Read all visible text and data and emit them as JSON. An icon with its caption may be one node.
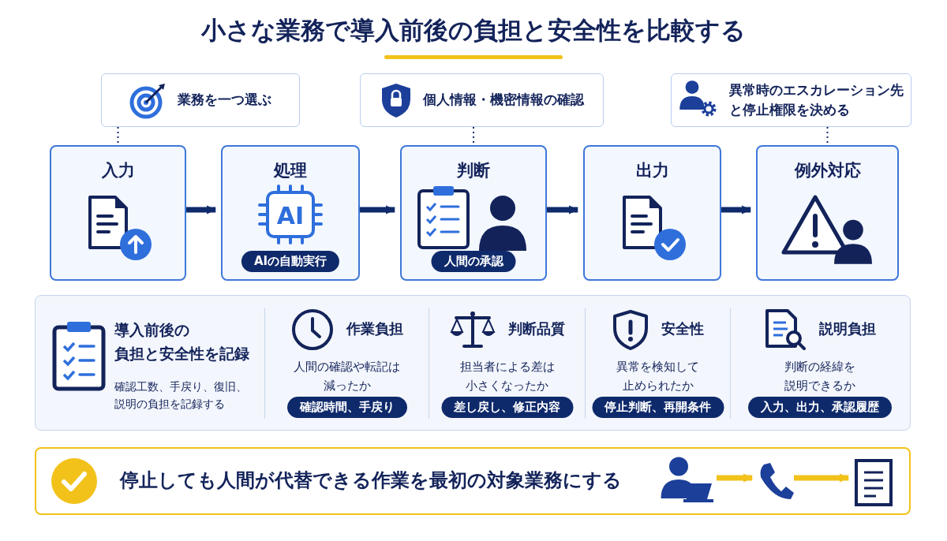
{
  "diagram": {
    "title": "小さな業務で導入前後の負担と安全性を比較する",
    "nodes": [
      {
        "text": [
          "業務を一つ選ぶ"
        ]
      },
      {
        "text": [
          "個人情報・機密情報の確認"
        ]
      },
      {
        "text": [
          "異常時のエスカレーション先と停止権限を決める"
        ]
      },
      {
        "text": [
          "入力"
        ]
      },
      {
        "text": [
          "処理",
          "AIの自動実行"
        ]
      },
      {
        "text": [
          "判断",
          "人間の承認"
        ]
      },
      {
        "text": [
          "出力"
        ]
      },
      {
        "text": [
          "例外対応"
        ]
      },
      {
        "text": [
          "導入前後の負担と安全性を記録",
          "確認工数、手戻り、復旧、説明の負担を記録する"
        ]
      },
      {
        "text": [
          "作業負担",
          "人間の確認や転記は減ったか",
          "確認時間、手戻り"
        ],
        "in": 8
      },
      {
        "text": [
          "判断品質",
          "担当者による差は小さくなったか",
          "差し戻し、修正内容"
        ],
        "in": 8
      },
      {
        "text": [
          "安全性",
          "異常を検知して止められたか",
          "停止判断、再開条件"
        ],
        "in": 8
      },
      {
        "text": [
          "説明負担",
          "判断の経緯を説明できるか",
          "入力、出力、承認履歴"
        ],
        "in": 8
      },
      {
        "text": [
          "停止しても人間が代替できる作業を最初の対象業務にする"
        ]
      },
      {
        "text": [],
        "shape": "person",
        "in": 13
      },
      {
        "text": [],
        "shape": "phone",
        "in": 13
      },
      {
        "text": [],
        "shape": "document",
        "in": 13
      }
    ],
    "edges": [
      {
        "from": 0,
        "to": 3,
        "arrow": "none",
        "style": "dashed"
      },
      {
        "from": 1,
        "to": 5,
        "arrow": "none",
        "style": "dashed"
      },
      {
        "from": 2,
        "to": 7,
        "arrow": "none",
        "style": "dashed"
      },
      {
        "from": 3,
        "to": 4,
        "arrow": "to"
      },
      {
        "from": 4,
        "to": 5,
        "arrow": "to"
      },
      {
        "from": 5,
        "to": 6,
        "arrow": "to"
      },
      {
        "from": 6,
        "to": 7,
        "arrow": "to"
      },
      {
        "from": 14,
        "to": 15,
        "arrow": "to",
        "color": "#f2c21b"
      },
      {
        "from": 15,
        "to": 16,
        "arrow": "to",
        "color": "#f2c21b"
      }
    ],
    "labels": [
      "AI"
    ]
  }
}
